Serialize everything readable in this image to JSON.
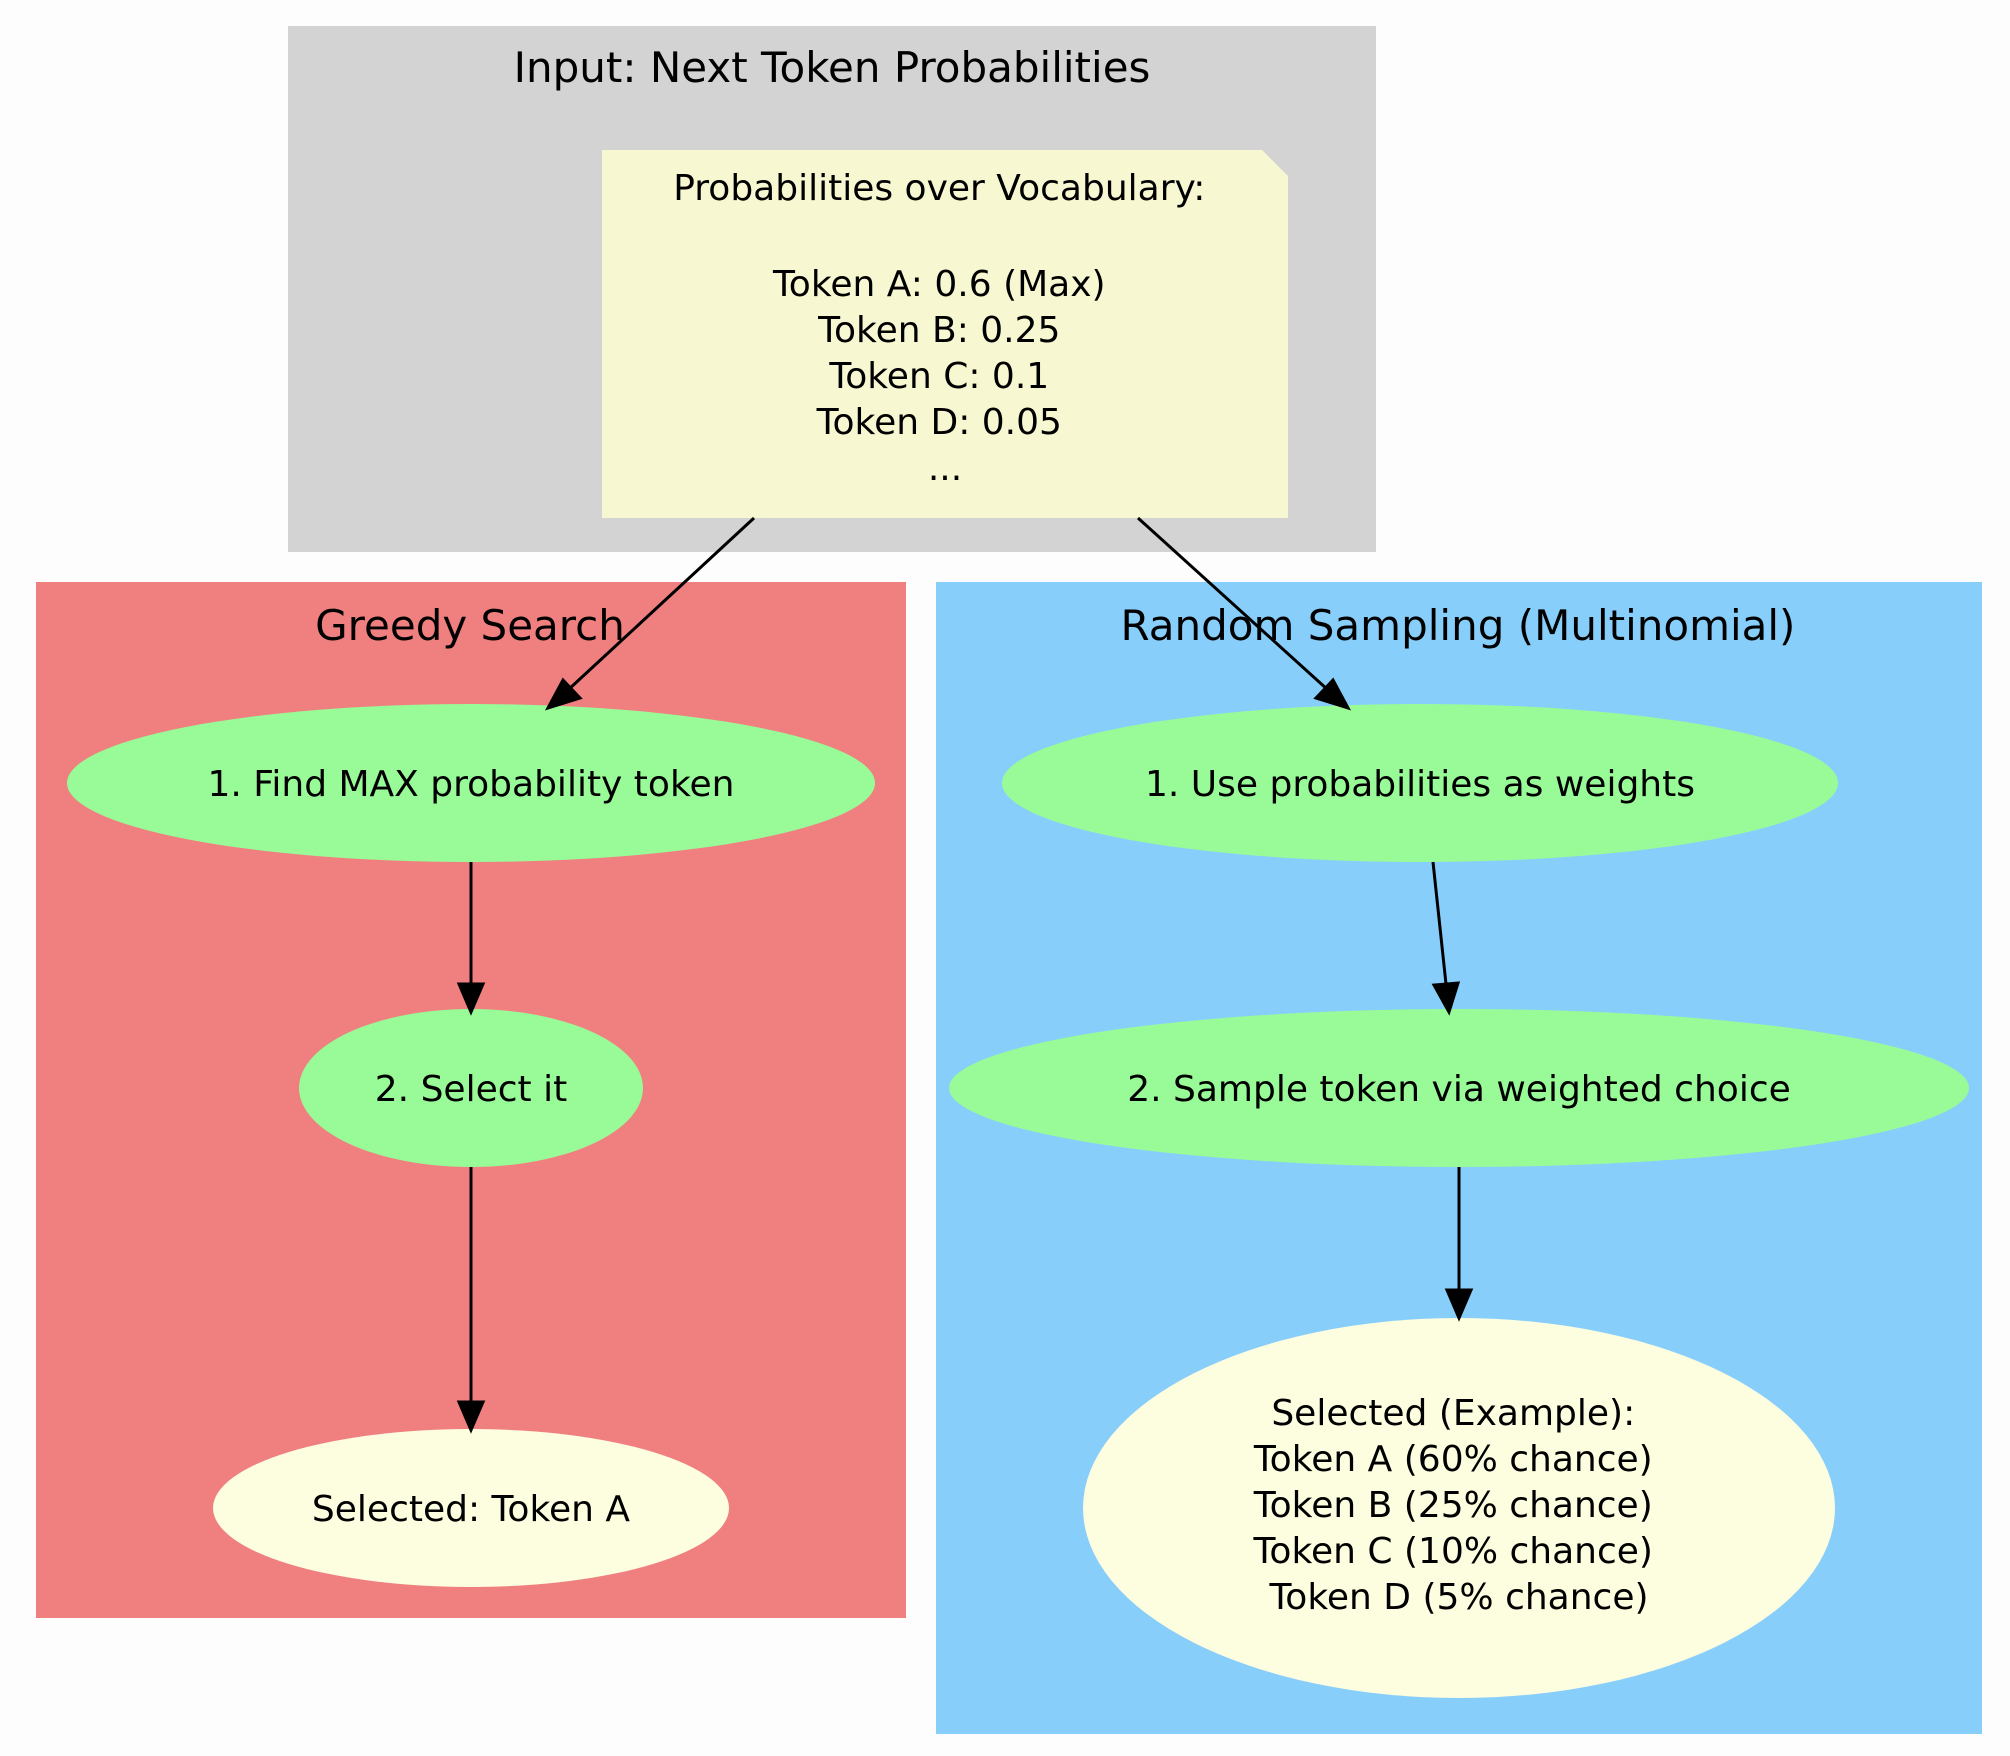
{
  "colors": {
    "background": "#fdfdfd",
    "input_cluster": "#d3d3d3",
    "greedy_cluster": "#f08080",
    "sampling_cluster": "#87cefa",
    "step_node": "#98fb98",
    "result_node": "#fdfde0",
    "note_node": "#f7f7d2"
  },
  "clusters": {
    "input": {
      "title": "Input: Next Token Probabilities"
    },
    "greedy": {
      "title": "Greedy Search"
    },
    "sampling": {
      "title": "Random Sampling (Multinomial)"
    }
  },
  "nodes": {
    "probabilities": {
      "lines": [
        "Probabilities over Vocabulary:",
        "",
        "Token A: 0.6 (Max)",
        "Token B: 0.25",
        "Token C: 0.1",
        "Token D: 0.05",
        "..."
      ]
    },
    "greedy_step1": {
      "label": "1. Find MAX probability token"
    },
    "greedy_step2": {
      "label": "2. Select it"
    },
    "greedy_result": {
      "label": "Selected: Token A"
    },
    "sampling_step1": {
      "label": "1. Use probabilities as weights"
    },
    "sampling_step2": {
      "label": "2. Sample token via weighted choice"
    },
    "sampling_result": {
      "lines": [
        "Selected (Example):",
        "Token A (60% chance)",
        "Token B (25% chance)",
        "Token C (10% chance)",
        "Token D (5% chance)"
      ]
    }
  }
}
